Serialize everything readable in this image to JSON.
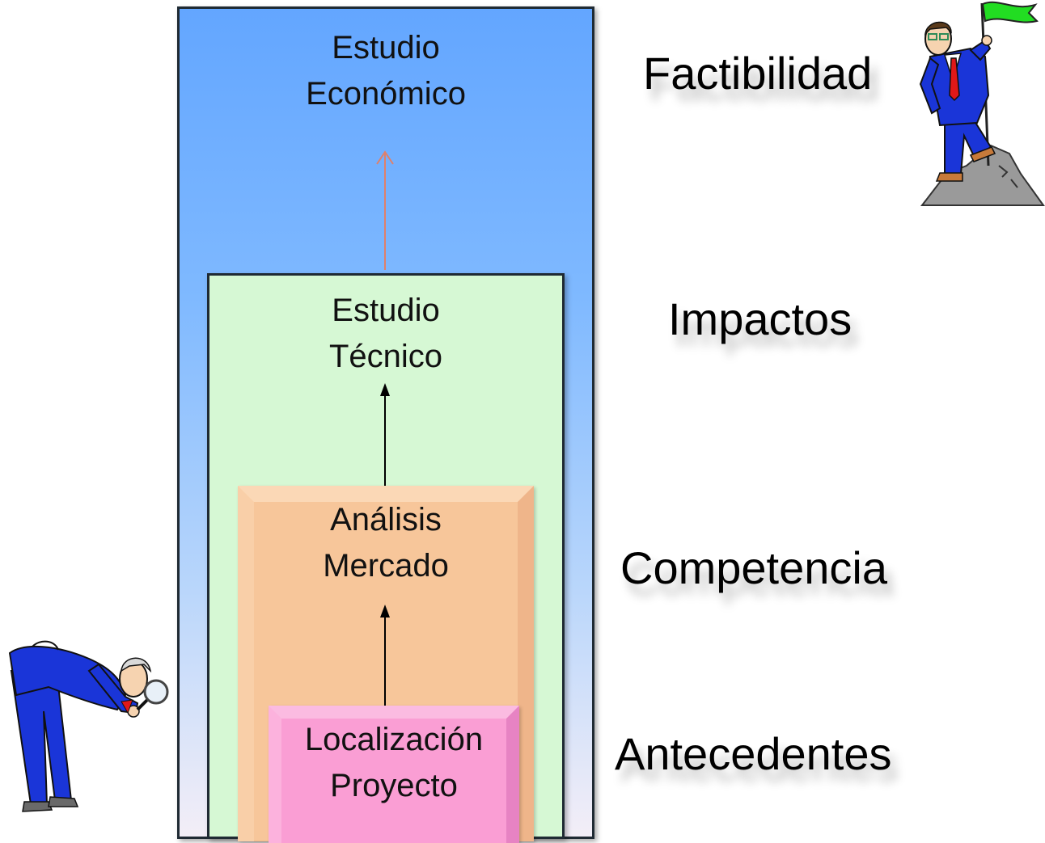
{
  "boxes": {
    "economico": {
      "line1": "Estudio",
      "line2": "Económico"
    },
    "tecnico": {
      "line1": "Estudio",
      "line2": "Técnico"
    },
    "mercado": {
      "line1": "Análisis",
      "line2": "Mercado"
    },
    "localizacion": {
      "line1": "Localización",
      "line2": "Proyecto"
    }
  },
  "levels": {
    "factibilidad": "Factibilidad",
    "impactos": "Impactos",
    "competencia": "Competencia",
    "antecedentes": "Antecedentes"
  },
  "illustrations": {
    "top_right": "businessman-with-flag-on-mountain-icon",
    "bottom_left": "businessman-with-magnifying-glass-icon"
  },
  "colors": {
    "economico_top": "#63a6ff",
    "tecnico_fill": "#d6f8d4",
    "mercado_fill": "#f7c69a",
    "localizacion_fill": "#fa9ed4",
    "arrow_top": "#e0806a"
  }
}
